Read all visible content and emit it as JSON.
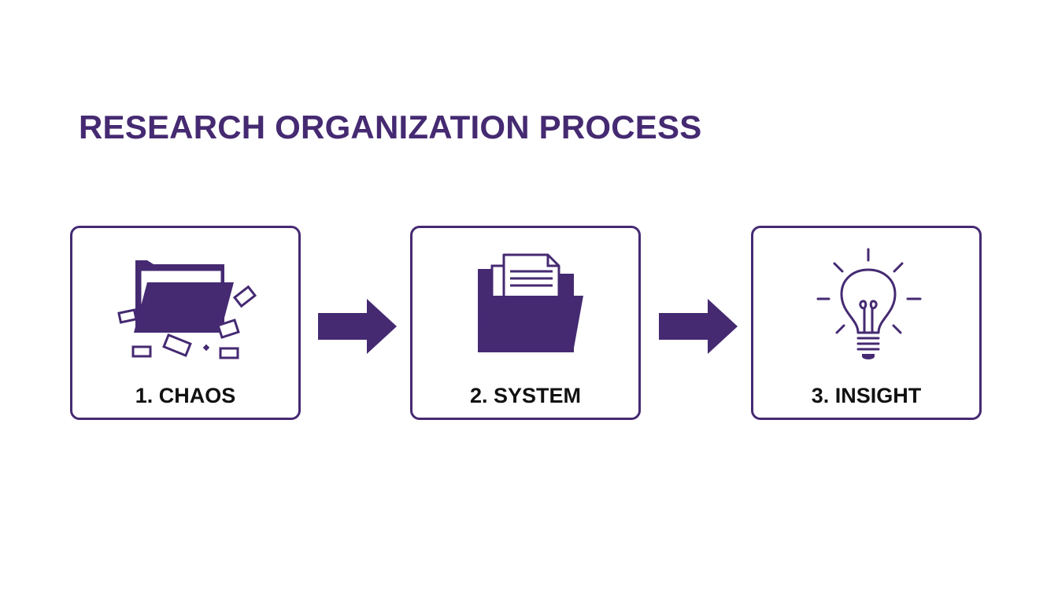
{
  "title": "RESEARCH ORGANIZATION PROCESS",
  "colors": {
    "accent": "#452a72",
    "label_text": "#111111",
    "background": "#ffffff"
  },
  "steps": [
    {
      "label": "1. CHAOS",
      "icon": "scattered-folder-icon"
    },
    {
      "label": "2. SYSTEM",
      "icon": "organized-folder-icon"
    },
    {
      "label": "3. INSIGHT",
      "icon": "lightbulb-icon"
    }
  ],
  "connectors": [
    "right-arrow-icon",
    "right-arrow-icon"
  ]
}
